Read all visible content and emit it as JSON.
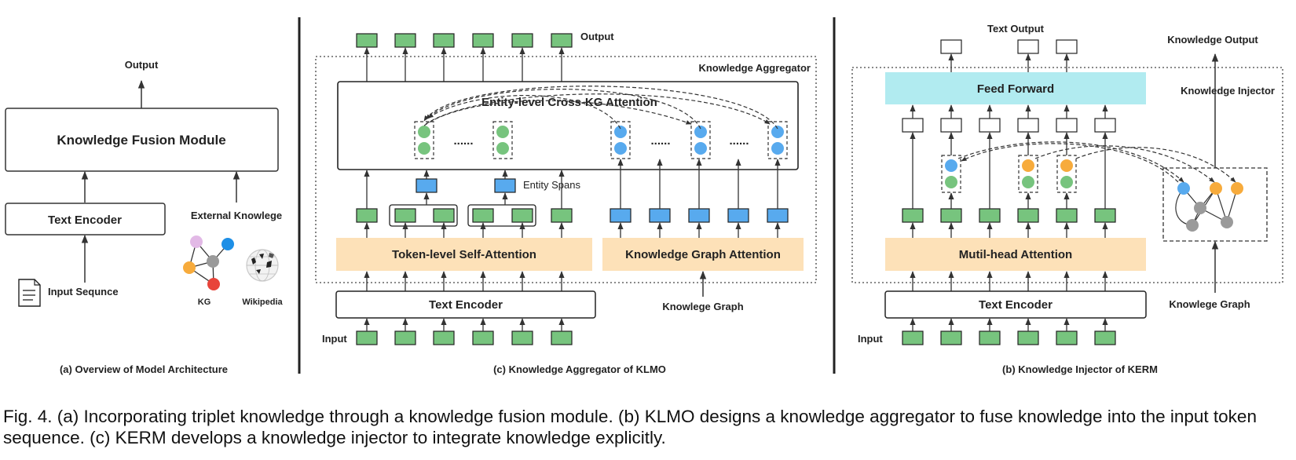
{
  "panel_a": {
    "output": "Output",
    "fusion_module": "Knowledge Fusion Module",
    "text_encoder": "Text Encoder",
    "external_knowledge": "External Knowlege",
    "input_sequence": "Input Sequnce",
    "kg": "KG",
    "wikipedia": "Wikipedia",
    "caption": "(a) Overview of Model Architecture"
  },
  "panel_c": {
    "output": "Output",
    "aggregator": "Knowledge Aggregator",
    "cross_kg_attention": "Entity-level Cross-KG Attention",
    "dots": "......",
    "entity_spans": "Entity Spans",
    "token_attention": "Token-level Self-Attention",
    "kg_attention": "Knowledge Graph Attention",
    "text_encoder": "Text Encoder",
    "knowledge_graph": "Knowlege Graph",
    "input": "Input",
    "caption": "(c) Knowledge Aggregator of KLMO"
  },
  "panel_b": {
    "text_output": "Text Output",
    "knowledge_output": "Knowledge Output",
    "feed_forward": "Feed Forward",
    "injector": "Knowledge Injector",
    "multihead_attention": "Mutil-head Attention",
    "text_encoder": "Text Encoder",
    "knowledge_graph": "Knowlege Graph",
    "input": "Input",
    "caption": "(b) Knowledge Injector of KERM"
  },
  "figure_caption": "Fig. 4. (a) Incorporating triplet knowledge through a knowledge fusion module. (b) KLMO designs a knowledge aggregator to fuse knowledge into the input token sequence. (c) KERM develops a knowledge injector to integrate knowledge explicitly.",
  "colors": {
    "token_green": "#77c47e",
    "entity_blue": "#58aaee",
    "orange_node": "#f7ab3c",
    "gray_node": "#9a9a9a",
    "attention_fill": "#fde1b8",
    "feed_forward_fill": "#b1ebf0",
    "kg_pink": "#e2b9e6",
    "kg_red": "#e8443a"
  },
  "icons": {
    "document": "document-icon",
    "wikipedia": "wikipedia-globe-icon",
    "knowledge_graph": "kg-graph-icon"
  }
}
